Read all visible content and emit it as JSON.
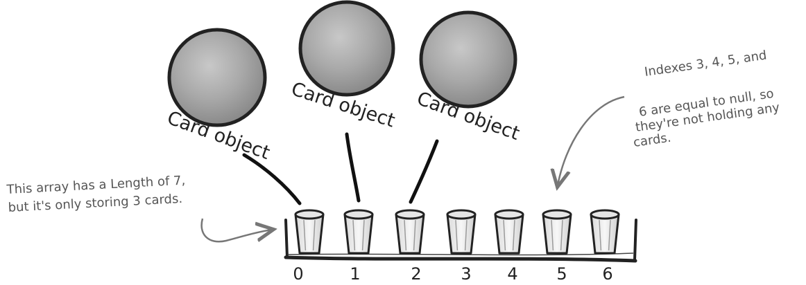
{
  "objects": [
    {
      "label": "Card object"
    },
    {
      "label": "Card object"
    },
    {
      "label": "Card object"
    }
  ],
  "indexes": [
    "0",
    "1",
    "2",
    "3",
    "4",
    "5",
    "6"
  ],
  "annotations": {
    "left_line1": "This array has a Length of 7,",
    "left_line2": "but it's only storing 3 cards.",
    "right_line1": "Indexes 3, 4, 5, and",
    "right_line2": "6 are equal to null, so",
    "right_line3": "they're not holding any",
    "right_line4": "cards."
  }
}
